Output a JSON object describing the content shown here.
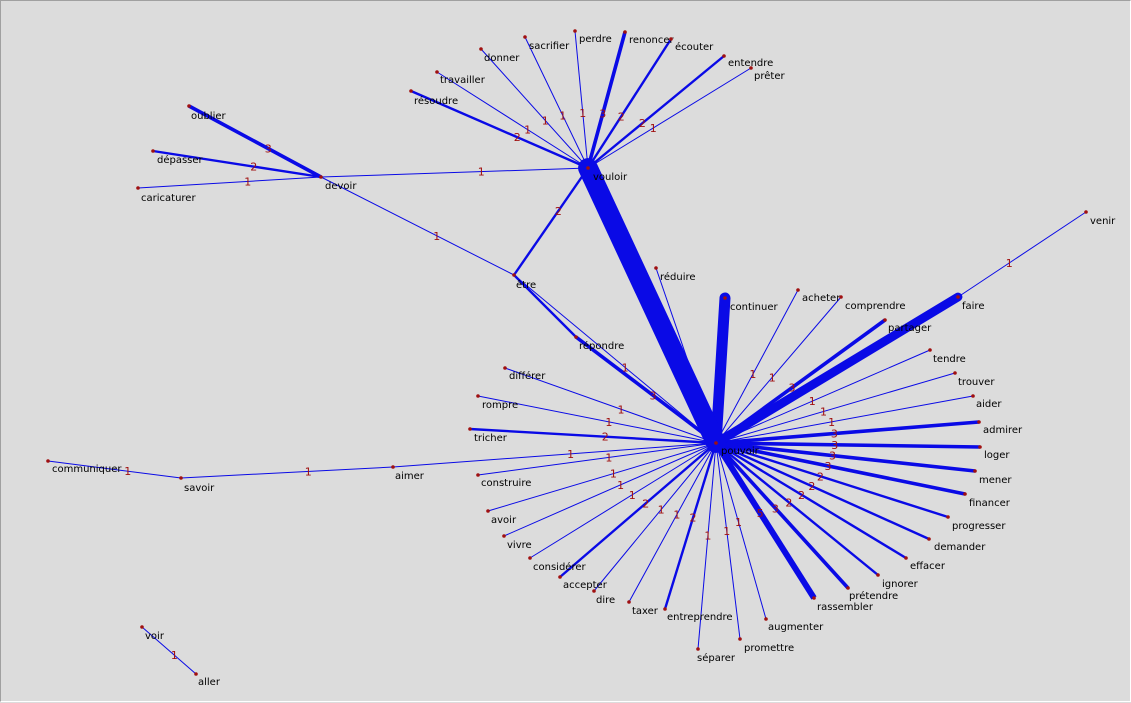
{
  "graph": {
    "colors": {
      "background": "#dcdcdc",
      "edge": "#0a0ae6",
      "weight": "#a01010",
      "node": "#a01010",
      "label": "#000000"
    },
    "nodes": [
      {
        "id": "pouvoir",
        "label": "pouvoir"
      },
      {
        "id": "vouloir",
        "label": "vouloir"
      },
      {
        "id": "devoir",
        "label": "devoir"
      },
      {
        "id": "etre",
        "label": "être"
      },
      {
        "id": "savoir",
        "label": "savoir"
      },
      {
        "id": "aimer",
        "label": "aimer"
      },
      {
        "id": "communiquer",
        "label": "communiquer"
      },
      {
        "id": "voir",
        "label": "voir"
      },
      {
        "id": "aller",
        "label": "aller"
      },
      {
        "id": "oublier",
        "label": "oublier"
      },
      {
        "id": "depasser",
        "label": "dépasser"
      },
      {
        "id": "caricaturer",
        "label": "caricaturer"
      },
      {
        "id": "resoudre",
        "label": "résoudre"
      },
      {
        "id": "travailler",
        "label": "travailler"
      },
      {
        "id": "donner",
        "label": "donner"
      },
      {
        "id": "sacrifier",
        "label": "sacrifier"
      },
      {
        "id": "perdre",
        "label": "perdre"
      },
      {
        "id": "renoncer",
        "label": "renoncer"
      },
      {
        "id": "ecouter",
        "label": "écouter"
      },
      {
        "id": "entendre",
        "label": "entendre"
      },
      {
        "id": "preter",
        "label": "prêter"
      },
      {
        "id": "reduire",
        "label": "réduire"
      },
      {
        "id": "continuer",
        "label": "continuer"
      },
      {
        "id": "acheter",
        "label": "acheter"
      },
      {
        "id": "comprendre",
        "label": "comprendre"
      },
      {
        "id": "partager",
        "label": "partager"
      },
      {
        "id": "faire",
        "label": "faire"
      },
      {
        "id": "venir",
        "label": "venir"
      },
      {
        "id": "tendre",
        "label": "tendre"
      },
      {
        "id": "trouver",
        "label": "trouver"
      },
      {
        "id": "aider",
        "label": "aider"
      },
      {
        "id": "admirer",
        "label": "admirer"
      },
      {
        "id": "loger",
        "label": "loger"
      },
      {
        "id": "mener",
        "label": "mener"
      },
      {
        "id": "financer",
        "label": "financer"
      },
      {
        "id": "progresser",
        "label": "progresser"
      },
      {
        "id": "demander",
        "label": "demander"
      },
      {
        "id": "effacer",
        "label": "effacer"
      },
      {
        "id": "ignorer",
        "label": "ignorer"
      },
      {
        "id": "pretendre",
        "label": "prétendre"
      },
      {
        "id": "rassembler",
        "label": "rassembler"
      },
      {
        "id": "augmenter",
        "label": "augmenter"
      },
      {
        "id": "promettre",
        "label": "promettre"
      },
      {
        "id": "separer",
        "label": "séparer"
      },
      {
        "id": "entreprendre",
        "label": "entreprendre"
      },
      {
        "id": "taxer",
        "label": "taxer"
      },
      {
        "id": "dire",
        "label": "dire"
      },
      {
        "id": "accepter",
        "label": "accepter"
      },
      {
        "id": "considerer",
        "label": "considérer"
      },
      {
        "id": "vivre",
        "label": "vivre"
      },
      {
        "id": "avoir",
        "label": "avoir"
      },
      {
        "id": "construire",
        "label": "construire"
      },
      {
        "id": "tricher",
        "label": "tricher"
      },
      {
        "id": "rompre",
        "label": "rompre"
      },
      {
        "id": "differer",
        "label": "différer"
      },
      {
        "id": "repondre",
        "label": "répondre"
      }
    ],
    "edges": [
      {
        "from": "vouloir",
        "to": "pouvoir",
        "weight": "",
        "strength": 18
      },
      {
        "from": "continuer",
        "to": "pouvoir",
        "weight": "",
        "strength": 10
      },
      {
        "from": "faire",
        "to": "pouvoir",
        "weight": "",
        "strength": 8
      },
      {
        "from": "reduire",
        "to": "pouvoir",
        "weight": "",
        "strength": 1
      },
      {
        "from": "acheter",
        "to": "pouvoir",
        "weight": "1",
        "strength": 1
      },
      {
        "from": "comprendre",
        "to": "pouvoir",
        "weight": "1",
        "strength": 1
      },
      {
        "from": "partager",
        "to": "pouvoir",
        "weight": "3",
        "strength": 3
      },
      {
        "from": "tendre",
        "to": "pouvoir",
        "weight": "1",
        "strength": 1
      },
      {
        "from": "trouver",
        "to": "pouvoir",
        "weight": "1",
        "strength": 1
      },
      {
        "from": "aider",
        "to": "pouvoir",
        "weight": "1",
        "strength": 1
      },
      {
        "from": "admirer",
        "to": "pouvoir",
        "weight": "3",
        "strength": 3
      },
      {
        "from": "loger",
        "to": "pouvoir",
        "weight": "3",
        "strength": 3
      },
      {
        "from": "mener",
        "to": "pouvoir",
        "weight": "3",
        "strength": 3
      },
      {
        "from": "financer",
        "to": "pouvoir",
        "weight": "3",
        "strength": 3
      },
      {
        "from": "progresser",
        "to": "pouvoir",
        "weight": "2",
        "strength": 2
      },
      {
        "from": "demander",
        "to": "pouvoir",
        "weight": "2",
        "strength": 2
      },
      {
        "from": "effacer",
        "to": "pouvoir",
        "weight": "2",
        "strength": 2
      },
      {
        "from": "ignorer",
        "to": "pouvoir",
        "weight": "2",
        "strength": 2
      },
      {
        "from": "pretendre",
        "to": "pouvoir",
        "weight": "3",
        "strength": 3
      },
      {
        "from": "rassembler",
        "to": "pouvoir",
        "weight": "5",
        "strength": 5
      },
      {
        "from": "augmenter",
        "to": "pouvoir",
        "weight": "1",
        "strength": 1
      },
      {
        "from": "promettre",
        "to": "pouvoir",
        "weight": "1",
        "strength": 1
      },
      {
        "from": "separer",
        "to": "pouvoir",
        "weight": "1",
        "strength": 1
      },
      {
        "from": "entreprendre",
        "to": "pouvoir",
        "weight": "2",
        "strength": 2
      },
      {
        "from": "taxer",
        "to": "pouvoir",
        "weight": "1",
        "strength": 1
      },
      {
        "from": "dire",
        "to": "pouvoir",
        "weight": "1",
        "strength": 1
      },
      {
        "from": "accepter",
        "to": "pouvoir",
        "weight": "2",
        "strength": 2
      },
      {
        "from": "considerer",
        "to": "pouvoir",
        "weight": "1",
        "strength": 1
      },
      {
        "from": "vivre",
        "to": "pouvoir",
        "weight": "1",
        "strength": 1
      },
      {
        "from": "avoir",
        "to": "pouvoir",
        "weight": "1",
        "strength": 1
      },
      {
        "from": "construire",
        "to": "pouvoir",
        "weight": "1",
        "strength": 1
      },
      {
        "from": "aimer",
        "to": "pouvoir",
        "weight": "1",
        "strength": 1
      },
      {
        "from": "tricher",
        "to": "pouvoir",
        "weight": "2",
        "strength": 2
      },
      {
        "from": "rompre",
        "to": "pouvoir",
        "weight": "1",
        "strength": 1
      },
      {
        "from": "differer",
        "to": "pouvoir",
        "weight": "1",
        "strength": 1
      },
      {
        "from": "repondre",
        "to": "pouvoir",
        "weight": "3",
        "strength": 3
      },
      {
        "from": "etre",
        "to": "repondre",
        "weight": "",
        "strength": 2
      },
      {
        "from": "etre",
        "to": "pouvoir",
        "weight": "1",
        "strength": 1
      },
      {
        "from": "etre",
        "to": "vouloir",
        "weight": "2",
        "strength": 2
      },
      {
        "from": "devoir",
        "to": "etre",
        "weight": "1",
        "strength": 1
      },
      {
        "from": "devoir",
        "to": "vouloir",
        "weight": "1",
        "strength": 1
      },
      {
        "from": "oublier",
        "to": "devoir",
        "weight": "3",
        "strength": 3
      },
      {
        "from": "depasser",
        "to": "devoir",
        "weight": "2",
        "strength": 2
      },
      {
        "from": "caricaturer",
        "to": "devoir",
        "weight": "1",
        "strength": 1
      },
      {
        "from": "resoudre",
        "to": "vouloir",
        "weight": "2",
        "strength": 2
      },
      {
        "from": "travailler",
        "to": "vouloir",
        "weight": "1",
        "strength": 1
      },
      {
        "from": "donner",
        "to": "vouloir",
        "weight": "1",
        "strength": 1
      },
      {
        "from": "sacrifier",
        "to": "vouloir",
        "weight": "1",
        "strength": 1
      },
      {
        "from": "perdre",
        "to": "vouloir",
        "weight": "1",
        "strength": 1
      },
      {
        "from": "renoncer",
        "to": "vouloir",
        "weight": "3",
        "strength": 3
      },
      {
        "from": "ecouter",
        "to": "vouloir",
        "weight": "2",
        "strength": 2
      },
      {
        "from": "entendre",
        "to": "vouloir",
        "weight": "2",
        "strength": 2
      },
      {
        "from": "preter",
        "to": "vouloir",
        "weight": "1",
        "strength": 1
      },
      {
        "from": "venir",
        "to": "faire",
        "weight": "1",
        "strength": 1
      },
      {
        "from": "communiquer",
        "to": "savoir",
        "weight": "1",
        "strength": 1
      },
      {
        "from": "savoir",
        "to": "aimer",
        "weight": "1",
        "strength": 1
      },
      {
        "from": "voir",
        "to": "aller",
        "weight": "1",
        "strength": 1
      }
    ]
  }
}
